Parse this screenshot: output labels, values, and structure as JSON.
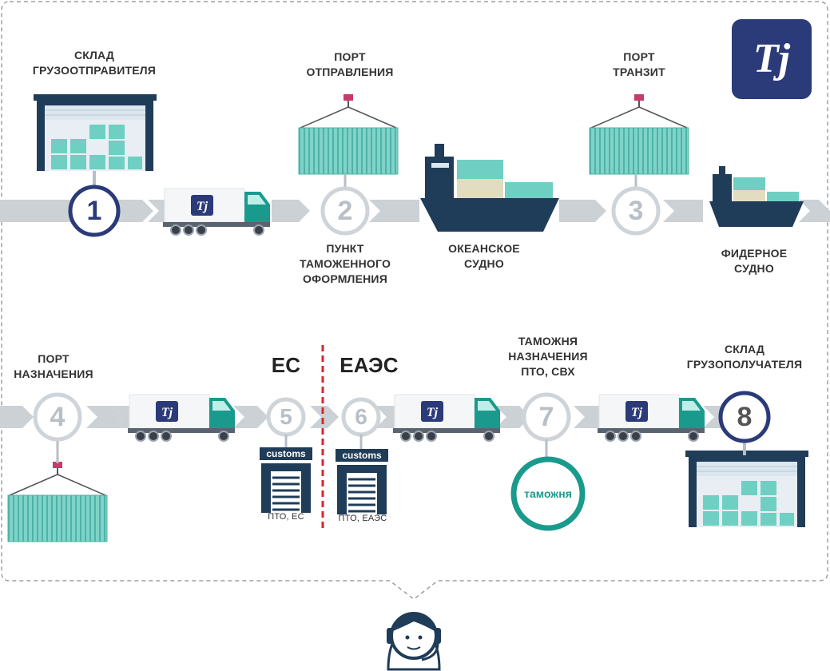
{
  "colors": {
    "navy": "#2b3a78",
    "gray_band": "#ccd1d6",
    "teal": "#6fcfc3",
    "teal_dark": "#1a9a8c",
    "dark_blue": "#1f3c58",
    "red_dash": "#d9262e"
  },
  "logo": {
    "text": "Tj",
    "icon": "tj-logo-icon"
  },
  "stage1": {
    "sender_warehouse": [
      "СКЛАД",
      "ГРУЗООТПРАВИТЕЛЯ"
    ],
    "origin_port": [
      "ПОРТ",
      "ОТПРАВЛЕНИЯ"
    ],
    "transit_port": [
      "ПОРТ",
      "ТРАНЗИТ"
    ],
    "customs_point": [
      "ПУНКТ",
      "ТАМОЖЕННОГО",
      "ОФОРМЛЕНИЯ"
    ],
    "ocean_vessel": [
      "ОКЕАНСКОЕ",
      "СУДНО"
    ],
    "feeder_vessel": [
      "ФИДЕРНОЕ",
      "СУДНО"
    ]
  },
  "stage2": {
    "destination_port": [
      "ПОРТ",
      "НАЗНАЧЕНИЯ"
    ],
    "eu": "ЕС",
    "eaeu": "ЕАЭС",
    "destination_customs": [
      "ТАМОЖНЯ",
      "НАЗНАЧЕНИЯ",
      "ПТО, СВХ"
    ],
    "receiver_warehouse": [
      "СКЛАД",
      "ГРУЗОПОЛУЧАТЕЛЯ"
    ],
    "customs_word": "customs",
    "pto_eu": "ПТО, ЕС",
    "pto_eaeu": "ПТО, ЕАЭС",
    "customs_ru": "таможня"
  },
  "steps": [
    "1",
    "2",
    "3",
    "4",
    "5",
    "6",
    "7",
    "8"
  ],
  "icons": {
    "support": "support-agent-icon",
    "truck": "truck-icon",
    "ship": "ship-icon",
    "container": "container-crane-icon",
    "warehouse": "warehouse-icon"
  }
}
